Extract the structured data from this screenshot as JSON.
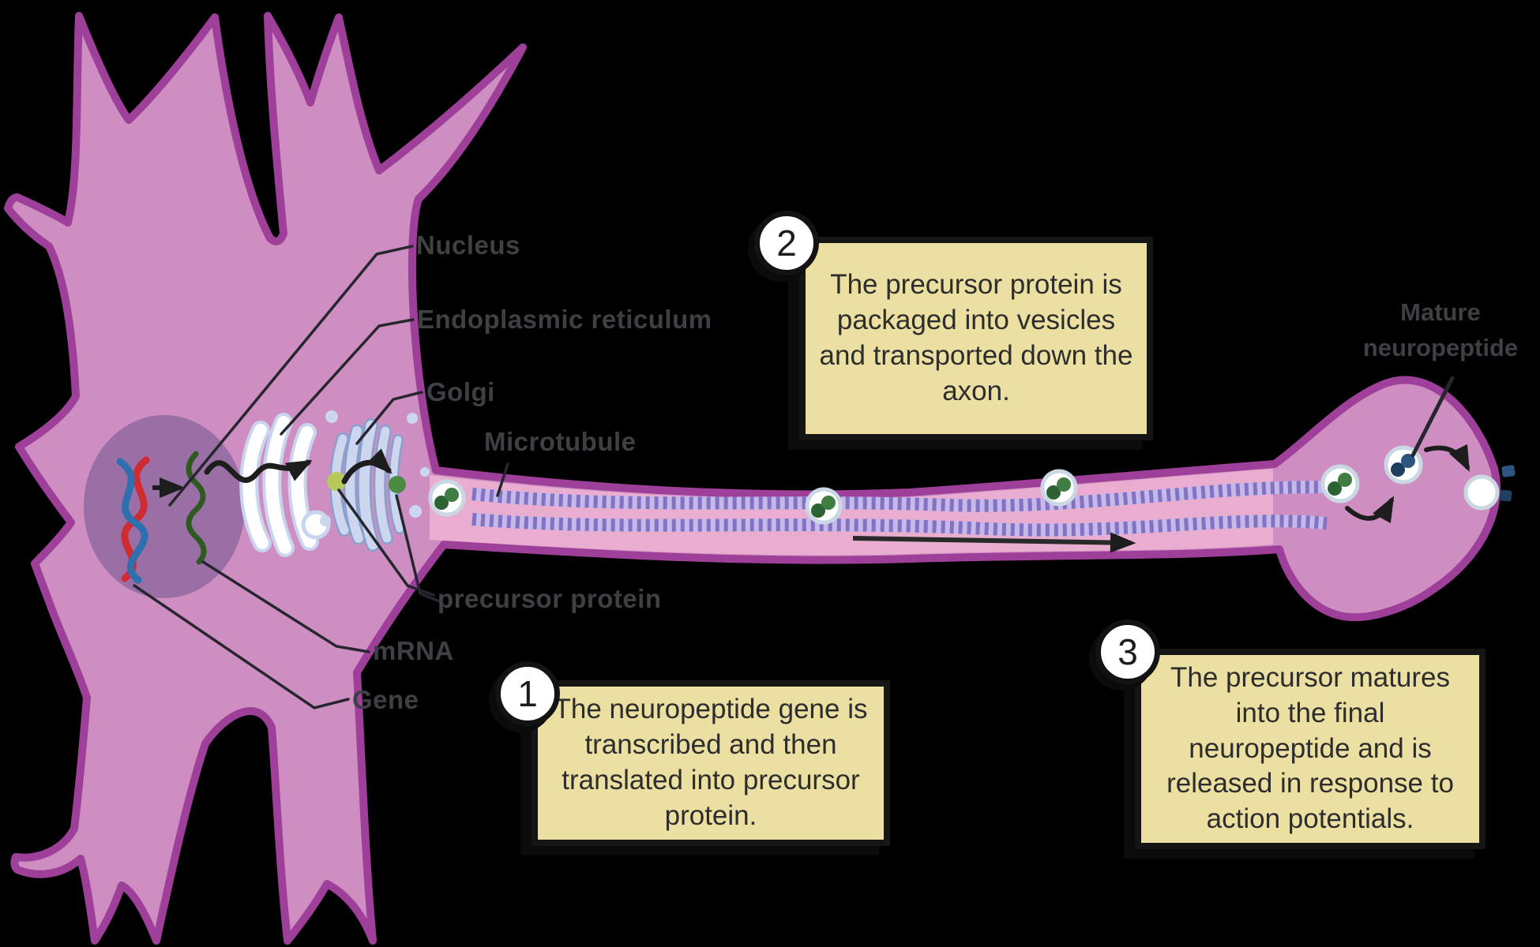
{
  "colors": {
    "background": "#000000",
    "cell_body": "#cf8ec2",
    "cell_outline": "#9e4099",
    "axon_interior": "#e9adcf",
    "nucleus": "#9a6fa6",
    "microtubule_light": "#c6b9ea",
    "microtubule_dark": "#8172c4",
    "er_fill": "#ffffff",
    "er_outline": "#c9d4ee",
    "golgi": "#ccd6ef",
    "golgi_outline": "#8aa0cc",
    "dna_red": "#cf2b33",
    "dna_blue": "#2f6fae",
    "mrna_green": "#2e5a1f",
    "protein_yellow_green": "#b8c95c",
    "protein_green": "#4a8a43",
    "vesicle_ring": "#c9d8e2",
    "vesicle_cargo_green_dark": "#2d6233",
    "vesicle_cargo_green_light": "#3f7d42",
    "neuropeptide_navy_dark": "#1f3f5f",
    "neuropeptide_navy_light": "#2c567f",
    "step_box_fill": "#ebdfa2",
    "step_box_border": "#151515",
    "label_text": "#3f3f46",
    "step_text": "#2d2d2d",
    "arrow": "#1d1d1d",
    "leader_line": "#26262e"
  },
  "labels": {
    "nucleus": "Nucleus",
    "endoplasmic_reticulum": "Endoplasmic reticulum",
    "golgi": "Golgi",
    "microtubule": "Microtubule",
    "precursor_protein": "precursor protein",
    "mrna": "mRNA",
    "gene": "Gene",
    "mature_neuropeptide_line1": "Mature",
    "mature_neuropeptide_line2": "neuropeptide"
  },
  "steps": [
    {
      "number": "1",
      "text": "The neuropeptide gene is transcribed and then translated into precursor protein."
    },
    {
      "number": "2",
      "text": "The precursor protein is packaged into vesicles and transported down the axon."
    },
    {
      "number": "3",
      "text": "The precursor matures into the final neuropeptide and is released in response to action potentials."
    }
  ]
}
